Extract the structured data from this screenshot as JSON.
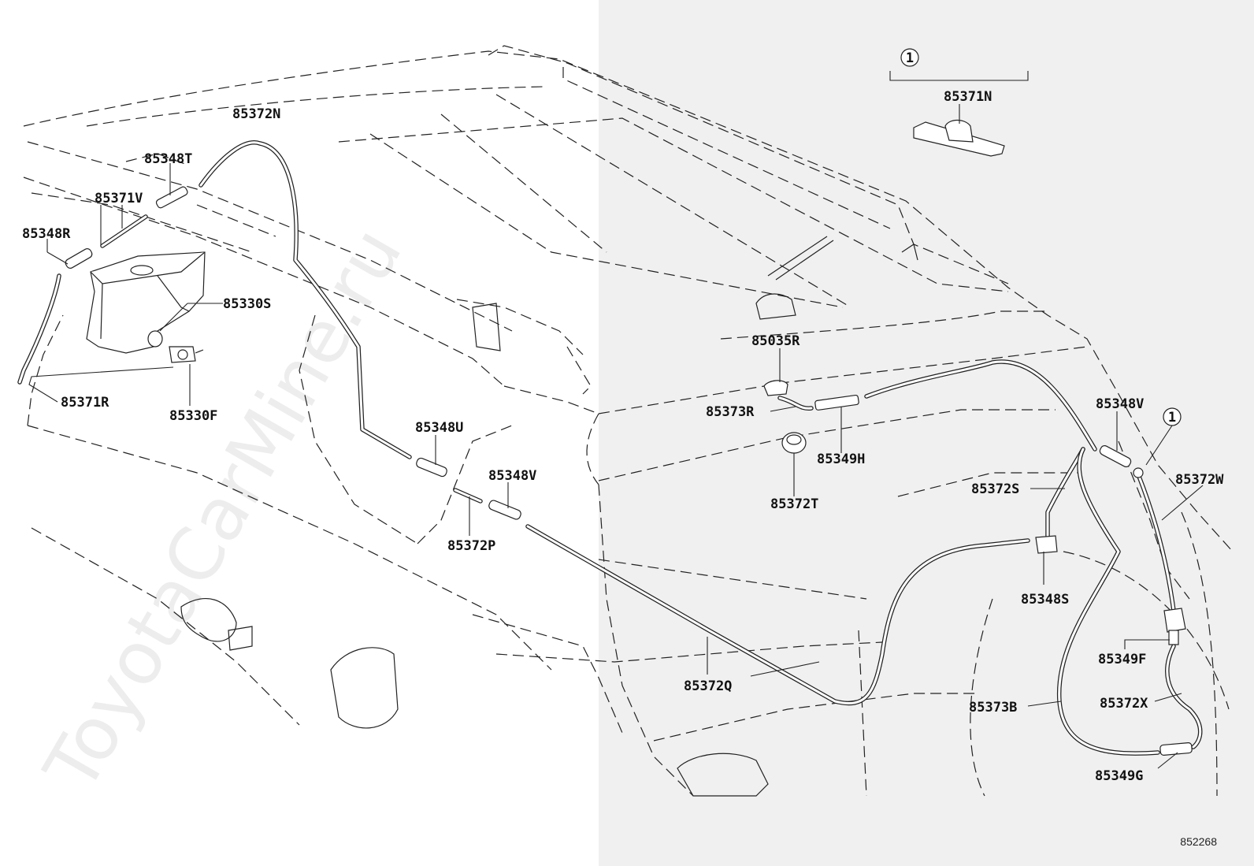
{
  "watermark": "ToyotaCarMine.ru",
  "diagram_code": "852268",
  "group": {
    "ref": "1",
    "part": "85371N"
  },
  "callout_ref": "1",
  "parts": {
    "p85372N": "85372N",
    "p85348T": "85348T",
    "p85371V": "85371V",
    "p85348R": "85348R",
    "p85330S": "85330S",
    "p85371R": "85371R",
    "p85330F": "85330F",
    "p85348U": "85348U",
    "p85348V_left": "85348V",
    "p85372P": "85372P",
    "p85035R": "85035R",
    "p85373R": "85373R",
    "p85349H": "85349H",
    "p85372T": "85372T",
    "p85348V_right": "85348V",
    "p85372S": "85372S",
    "p85372W": "85372W",
    "p85348S": "85348S",
    "p85372Q": "85372Q",
    "p85349F": "85349F",
    "p85373B": "85373B",
    "p85372X": "85372X",
    "p85349G": "85349G"
  }
}
